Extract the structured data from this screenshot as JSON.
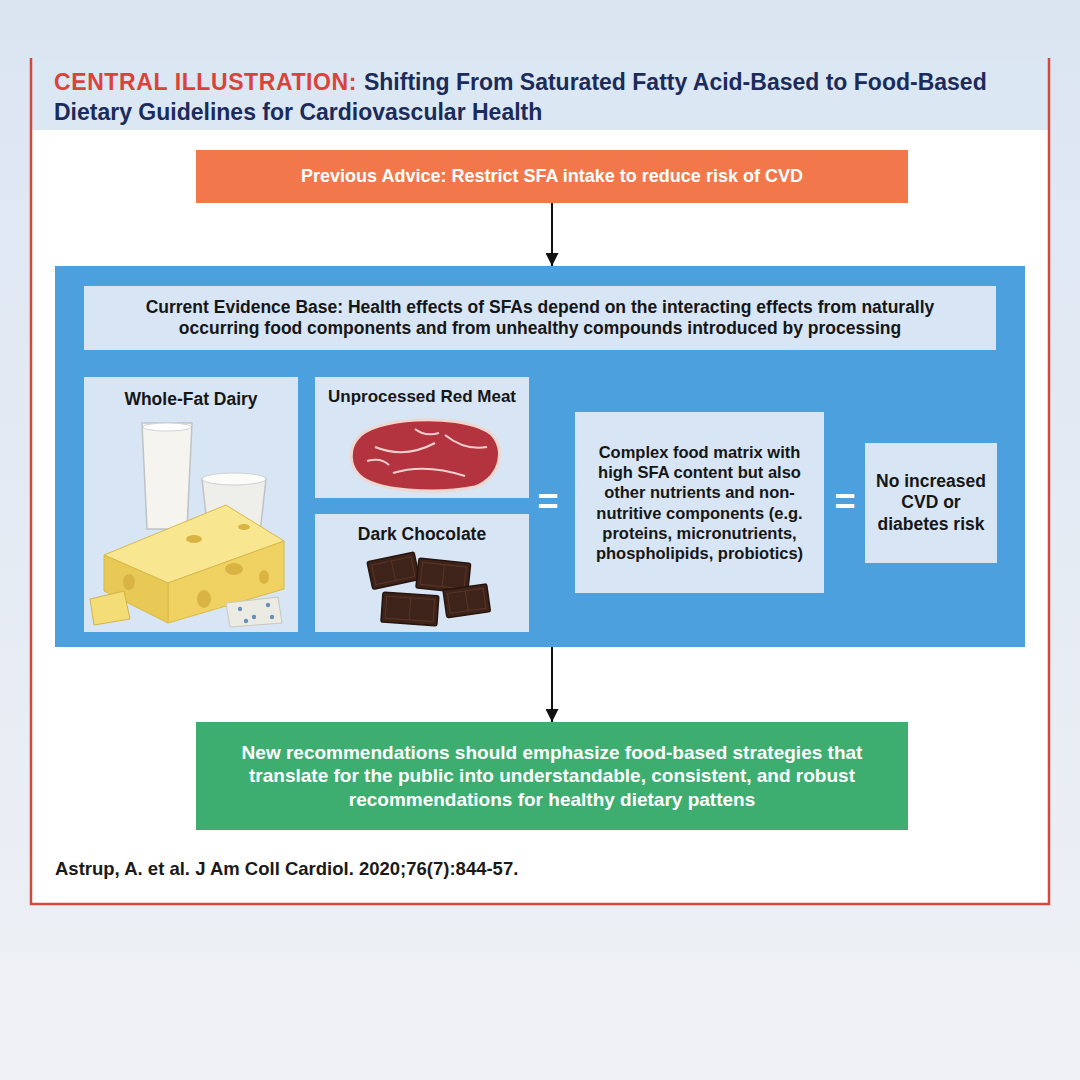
{
  "diagram": {
    "title": "Shifting From Saturated Fatty Acid-Based to Food-Based Dietary Guidelines for Cardiovascular Health",
    "caption": "Astrup, A. et al. J Am Coll Cardiol. 2020;76(7):844-57.",
    "nodes": [
      {
        "text": [
          "Previous Advice: Restrict SFA intake to reduce risk of CVD"
        ]
      },
      {
        "text": [
          "Current Evidence Base: Health effects of SFAs depend on the interacting effects from naturally occurring food components and from unhealthy compounds introduced by processing"
        ]
      },
      {
        "text": [
          "Whole-Fat Dairy"
        ],
        "in": 1
      },
      {
        "text": [
          "Unprocessed Red Meat"
        ],
        "in": 1
      },
      {
        "text": [
          "Dark Chocolate"
        ],
        "in": 1
      },
      {
        "text": [
          "Complex food matrix with high SFA content but also other nutrients and non-nutritive components (e.g. proteins, micronutrients, phospholipids, probiotics)"
        ],
        "in": 1
      },
      {
        "text": [
          "No increased CVD or diabetes risk"
        ],
        "in": 1
      },
      {
        "text": [
          "New recommendations should emphasize food-based strategies that translate for the public into understandable, consistent, and robust recommendations for healthy dietary pattens"
        ]
      }
    ],
    "edges": [
      {
        "from": 0,
        "to": 1,
        "arrow": "to"
      },
      {
        "from": 1,
        "to": 7,
        "arrow": "to"
      }
    ],
    "labels": [
      "CENTRAL ILLUSTRATION:",
      "=",
      "="
    ]
  }
}
